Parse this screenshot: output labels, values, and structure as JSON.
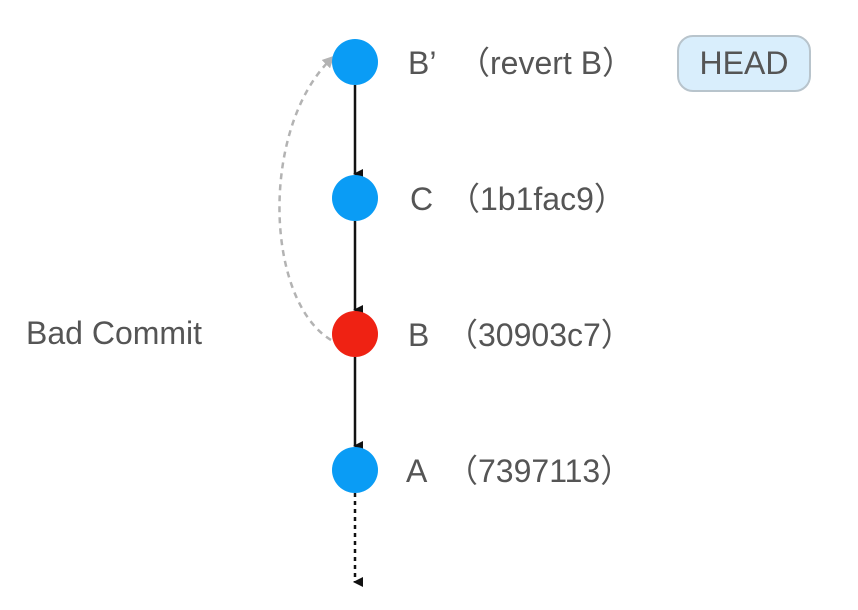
{
  "commits": [
    {
      "name": "B’",
      "detail": "（revert B）",
      "color": "#0a9cf5"
    },
    {
      "name": "C",
      "detail": "（1b1fac9）",
      "color": "#0a9cf5"
    },
    {
      "name": "B",
      "detail": "（30903c7）",
      "color": "#ef2213"
    },
    {
      "name": "A",
      "detail": "（7397113）",
      "color": "#0a9cf5"
    }
  ],
  "head_label": "HEAD",
  "bad_commit_label": "Bad Commit",
  "colors": {
    "normal_commit": "#0a9cf5",
    "bad_commit": "#ef2213",
    "arrow": "#111111",
    "revert_arrow": "#b3b3b3",
    "head_bg": "#d9eefc",
    "head_border": "#b8c4cc",
    "text": "#555555"
  }
}
